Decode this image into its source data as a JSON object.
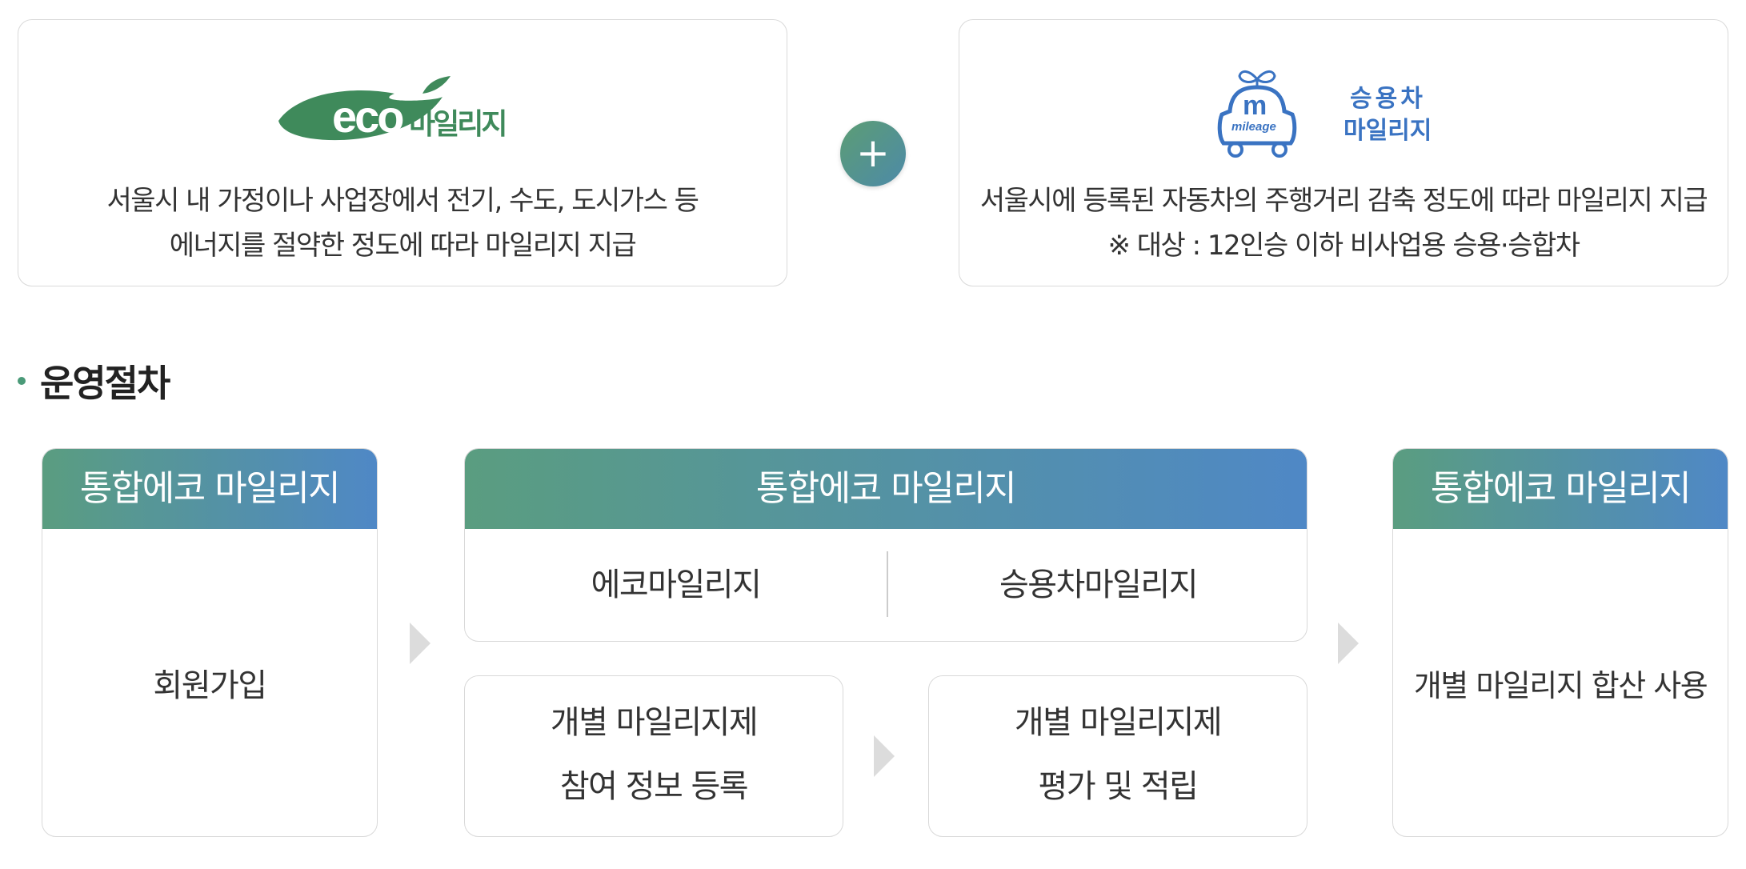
{
  "intro": {
    "eco": {
      "logo_text": "eco",
      "logo_sub": "마일리지",
      "desc_line1": "서울시 내 가정이나 사업장에서 전기, 수도, 도시가스 등",
      "desc_line2": "에너지를 절약한 정도에 따라 마일리지 지급"
    },
    "car": {
      "logo_badge": "mileage",
      "logo_line1": "승용차",
      "logo_line2": "마일리지",
      "desc_line1": "서울시에 등록된 자동차의 주행거리 감축 정도에 따라 마일리지 지급",
      "desc_line2": "※ 대상 : 12인승 이하 비사업용 승용·승합차"
    },
    "plus": "+"
  },
  "section": {
    "title": "운영절차"
  },
  "steps": {
    "step1": {
      "header": "통합에코 마일리지",
      "body": "회원가입"
    },
    "step2": {
      "header": "통합에코 마일리지",
      "col1": "에코마일리지",
      "col2": "승용차마일리지",
      "sub1_line1": "개별 마일리지제",
      "sub1_line2": "참여 정보 등록",
      "sub2_line1": "개별 마일리지제",
      "sub2_line2": "평가 및 적립"
    },
    "step3": {
      "header": "통합에코 마일리지",
      "body": "개별 마일리지 합산 사용"
    }
  },
  "colors": {
    "eco_green": "#3f8a5b",
    "car_blue": "#3a73c2",
    "gradient_start": "#5a9d80",
    "gradient_end": "#4f88c6"
  }
}
